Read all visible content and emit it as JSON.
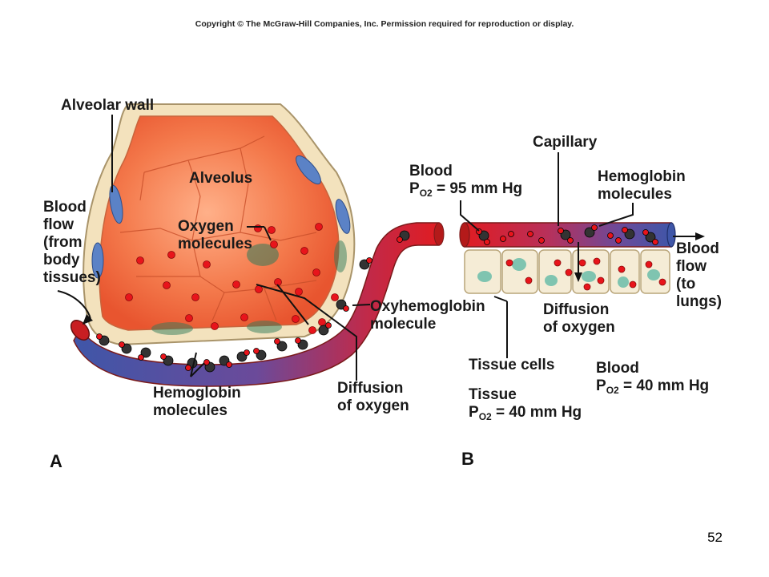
{
  "header": {
    "copyright": "Copyright © The McGraw-Hill Companies, Inc. Permission required for reproduction or display."
  },
  "panel_a": {
    "letter": "A",
    "alveolar_wall": "Alveolar wall",
    "alveolus": "Alveolus",
    "oxygen_molecules": [
      "Oxygen",
      "molecules"
    ],
    "blood_flow": [
      "Blood",
      "flow",
      "(from",
      "body",
      "tissues)"
    ],
    "oxyhemoglobin": [
      "Oxyhemoglobin",
      "molecule"
    ],
    "diffusion": [
      "Diffusion",
      "of oxygen"
    ],
    "hemoglobin": [
      "Hemoglobin",
      "molecules"
    ]
  },
  "panel_b": {
    "letter": "B",
    "capillary": "Capillary",
    "blood_top": {
      "line1": "Blood",
      "p": "P",
      "sub": "O2",
      "value": "= 95 mm Hg"
    },
    "hemoglobin": [
      "Hemoglobin",
      "molecules"
    ],
    "blood_flow": [
      "Blood",
      "flow",
      "(to",
      "lungs)"
    ],
    "diffusion": [
      "Diffusion",
      "of oxygen"
    ],
    "tissue_cells": "Tissue cells",
    "tissue_p": {
      "line1": "Tissue",
      "p": "P",
      "sub": "O2",
      "value": "= 40 mm Hg"
    },
    "blood_bottom": {
      "line1": "Blood",
      "p": "P",
      "sub": "O2",
      "value": "= 40 mm Hg"
    }
  },
  "footer": {
    "page_number": "52"
  },
  "colors": {
    "oxygen": "#e8141b",
    "blood_red": "#d8252a",
    "blood_blue": "#3f56a8",
    "alveolus": "#f26a3f",
    "tissue": "#f5ecd6"
  }
}
